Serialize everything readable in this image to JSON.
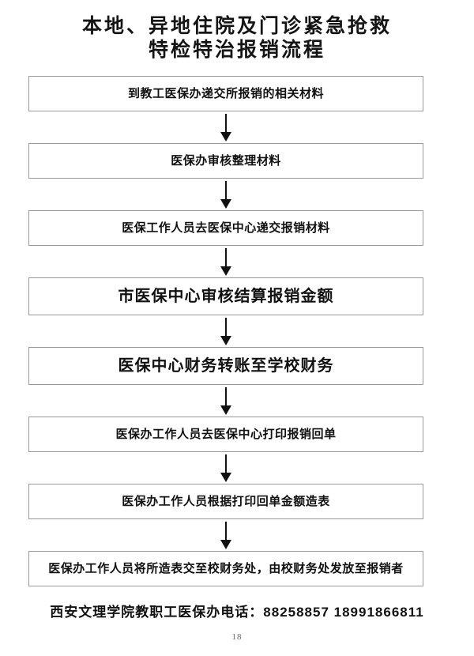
{
  "document": {
    "title_lines": [
      "本地、异地住院及门诊紧急抢救",
      "特检特治报销流程"
    ],
    "page_number": "18"
  },
  "flowchart": {
    "type": "vertical-flowchart",
    "connector_icon": "down-arrow-icon",
    "nodes": [
      {
        "id": 1,
        "label": "到教工医保办递交所报销的相关材料",
        "emphasis": false
      },
      {
        "id": 2,
        "label": "医保办审核整理材料",
        "emphasis": false
      },
      {
        "id": 3,
        "label": "医保工作人员去医保中心递交报销材料",
        "emphasis": false
      },
      {
        "id": 4,
        "label": "市医保中心审核结算报销金额",
        "emphasis": true
      },
      {
        "id": 5,
        "label": "医保中心财务转账至学校财务",
        "emphasis": true
      },
      {
        "id": 6,
        "label": "医保办工作人员去医保中心打印报销回单",
        "emphasis": false
      },
      {
        "id": 7,
        "label": "医保办工作人员根据打印回单金额造表",
        "emphasis": false
      },
      {
        "id": 8,
        "label": "医保办工作人员将所造表交至校财务处，由校财务处发放至报销者",
        "emphasis": false
      }
    ]
  },
  "footer": {
    "contact": "西安文理学院教职工医保办电话：88258857  18991866811"
  },
  "colors": {
    "box_border": "#9a9a9a",
    "text": "#111111",
    "arrow": "#111111",
    "page_number": "#666666",
    "background": "#ffffff"
  }
}
